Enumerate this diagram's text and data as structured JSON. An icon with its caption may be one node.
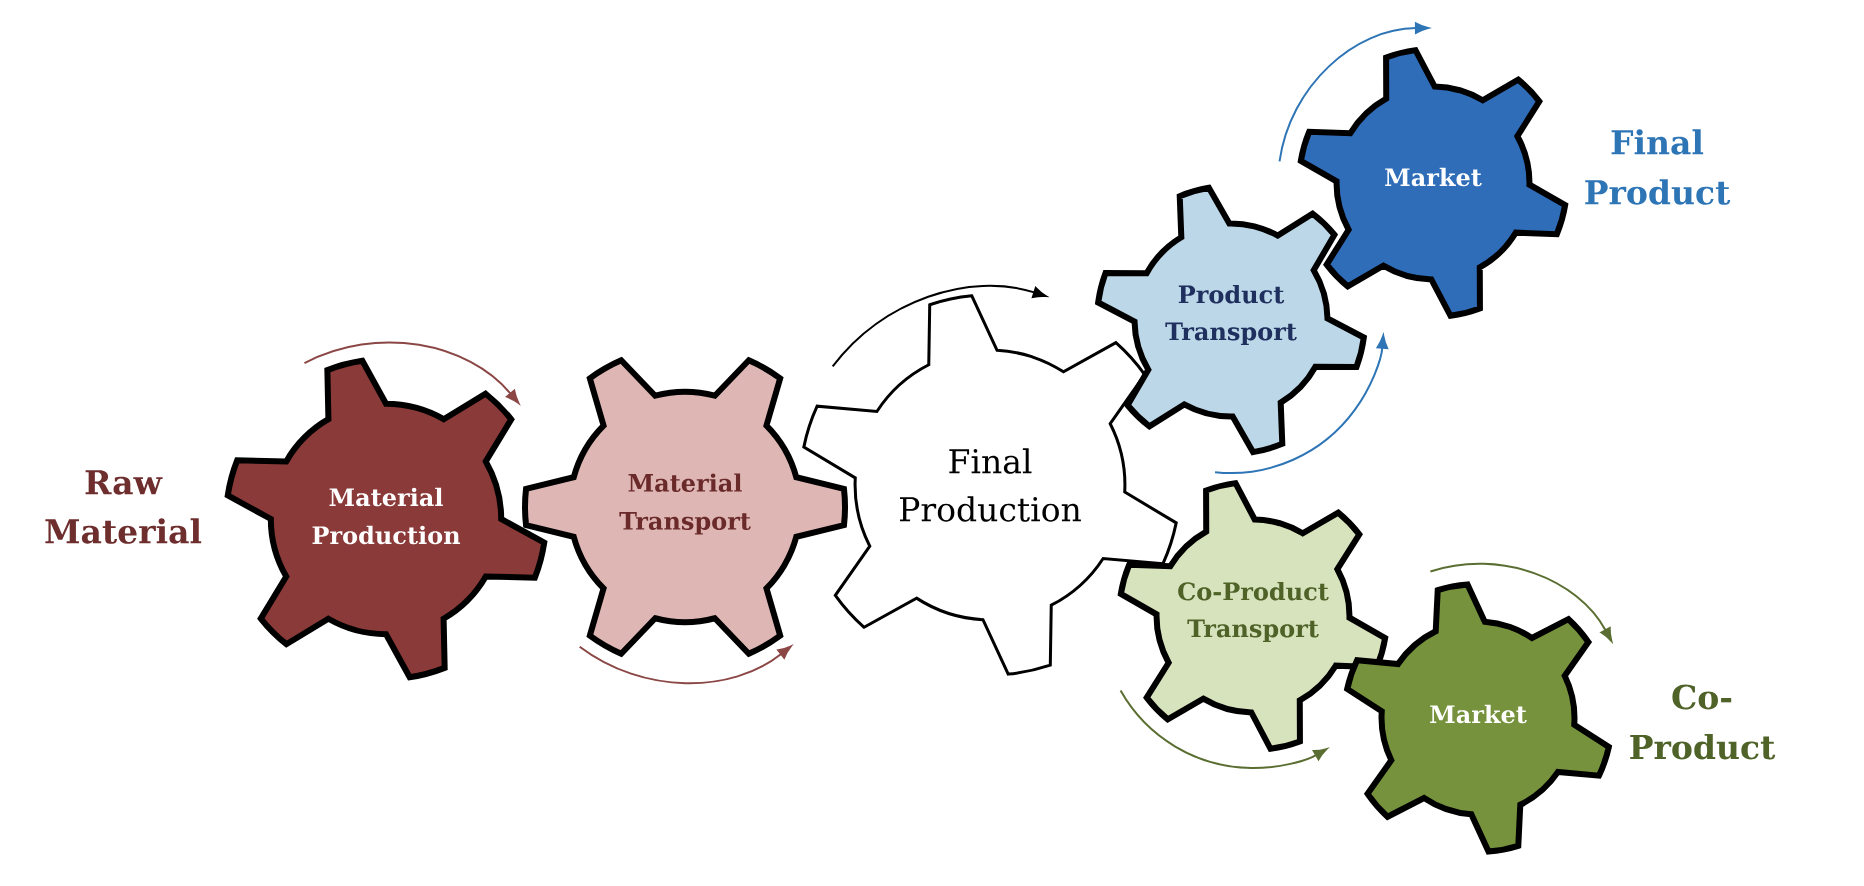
{
  "diagram": {
    "nodes": [
      {
        "text": [
          "Material Production"
        ],
        "beside": [
          "Raw Material"
        ]
      },
      {
        "text": [
          "Material Transport"
        ]
      },
      {
        "text": [
          "Final Production"
        ]
      },
      {
        "text": [
          "Product Transport"
        ]
      },
      {
        "text": [
          "Market"
        ],
        "beside": [
          "Final Product"
        ]
      },
      {
        "text": [
          "Co-Product Transport"
        ]
      },
      {
        "text": [
          "Market"
        ],
        "beside": [
          "Co-Product"
        ]
      }
    ]
  }
}
